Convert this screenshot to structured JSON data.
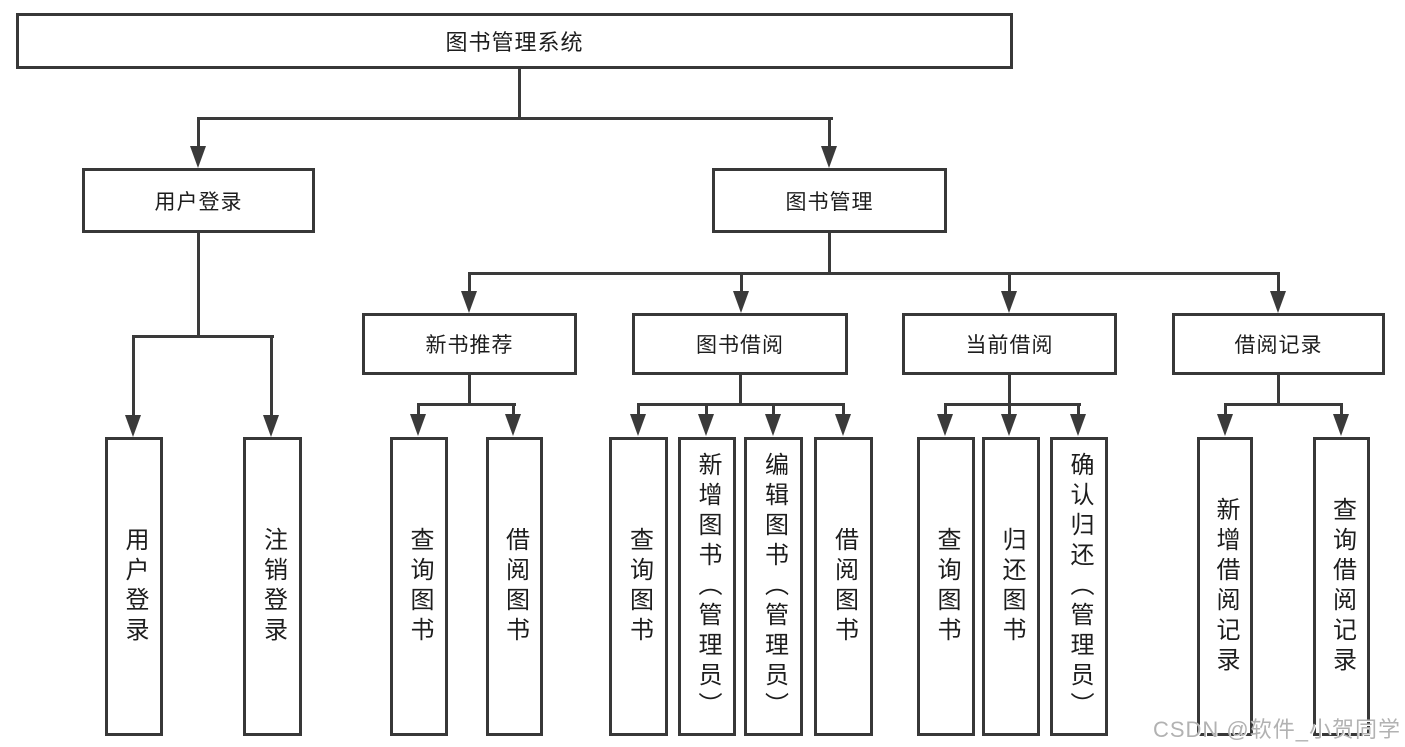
{
  "diagram_title": "图书管理系统",
  "colors": {
    "line": "#3a3a3a",
    "box_border": "#383838",
    "text": "#1d1d1d",
    "background": "#ffffff",
    "watermark": "#b2b2b2"
  },
  "tree": {
    "label": "图书管理系统",
    "children": [
      {
        "label": "用户登录",
        "children": [
          {
            "label": "用户登录"
          },
          {
            "label": "注销登录"
          }
        ]
      },
      {
        "label": "图书管理",
        "children": [
          {
            "label": "新书推荐",
            "children": [
              {
                "label": "查询图书"
              },
              {
                "label": "借阅图书"
              }
            ]
          },
          {
            "label": "图书借阅",
            "children": [
              {
                "label": "查询图书"
              },
              {
                "label": "新增图书（管理员）"
              },
              {
                "label": "编辑图书（管理员）"
              },
              {
                "label": "借阅图书"
              }
            ]
          },
          {
            "label": "当前借阅",
            "children": [
              {
                "label": "查询图书"
              },
              {
                "label": "归还图书"
              },
              {
                "label": "确认归还（管理员）"
              }
            ]
          },
          {
            "label": "借阅记录",
            "children": [
              {
                "label": "新增借阅记录"
              },
              {
                "label": "查询借阅记录"
              }
            ]
          }
        ]
      }
    ]
  },
  "watermark": {
    "text": "CSDN @软件_小贺同学"
  }
}
